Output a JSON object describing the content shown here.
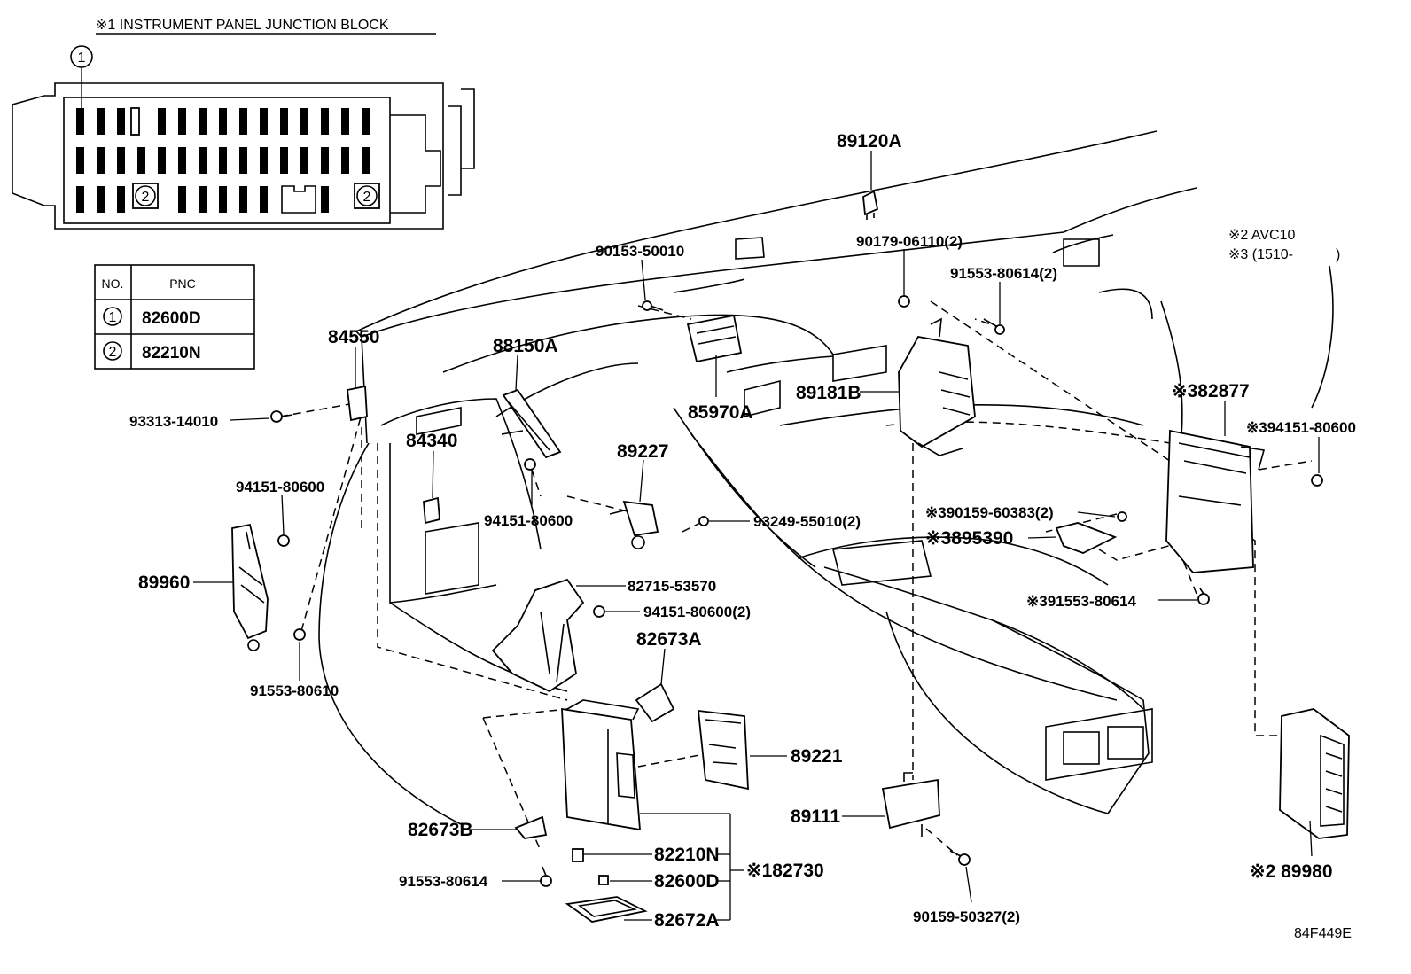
{
  "header": {
    "title": "※1 INSTRUMENT PANEL JUNCTION BLOCK",
    "marker_1": "1",
    "marker_2": "2"
  },
  "pnc_table": {
    "col_no": "NO.",
    "col_pnc": "PNC",
    "rows": [
      {
        "no": "1",
        "pnc": "82600D"
      },
      {
        "no": "2",
        "pnc": "82210N"
      }
    ]
  },
  "notes": {
    "note2": "※2 AVC10",
    "note3": "※3 (1510-　　　)"
  },
  "parts": {
    "p89120A": "89120A",
    "p90153_50010": "90153-50010",
    "p90179_06110": "90179-06110(2)",
    "p91553_80614_2": "91553-80614(2)",
    "p84550": "84550",
    "p88150A": "88150A",
    "p93313_14010": "93313-14010",
    "p85970A": "85970A",
    "p89181B": "89181B",
    "p82877": "※382877",
    "p94151_80600_r": "※394151-80600",
    "p84340": "84340",
    "p89227": "89227",
    "p94151_80600_l": "94151-80600",
    "p94151_80600_c": "94151-80600",
    "p93249_55010": "93249-55010(2)",
    "p90159_60383": "※390159-60383(2)",
    "p89539Q": "※3895390",
    "p89960": "89960",
    "p82715_53570": "82715-53570",
    "p94151_80600_2": "94151-80600(2)",
    "p91553_80614_r": "※391553-80614",
    "p82673A": "82673A",
    "p91553_80610": "91553-80610",
    "p89221": "89221",
    "p89111": "89111",
    "p82673B": "82673B",
    "p82210N": "82210N",
    "p82730": "※182730",
    "p91553_80614_b": "91553-80614",
    "p82600D": "82600D",
    "p82672A": "82672A",
    "p90159_50327": "90159-50327(2)",
    "p89980": "※2 89980"
  },
  "footer": {
    "code": "84F449E"
  }
}
